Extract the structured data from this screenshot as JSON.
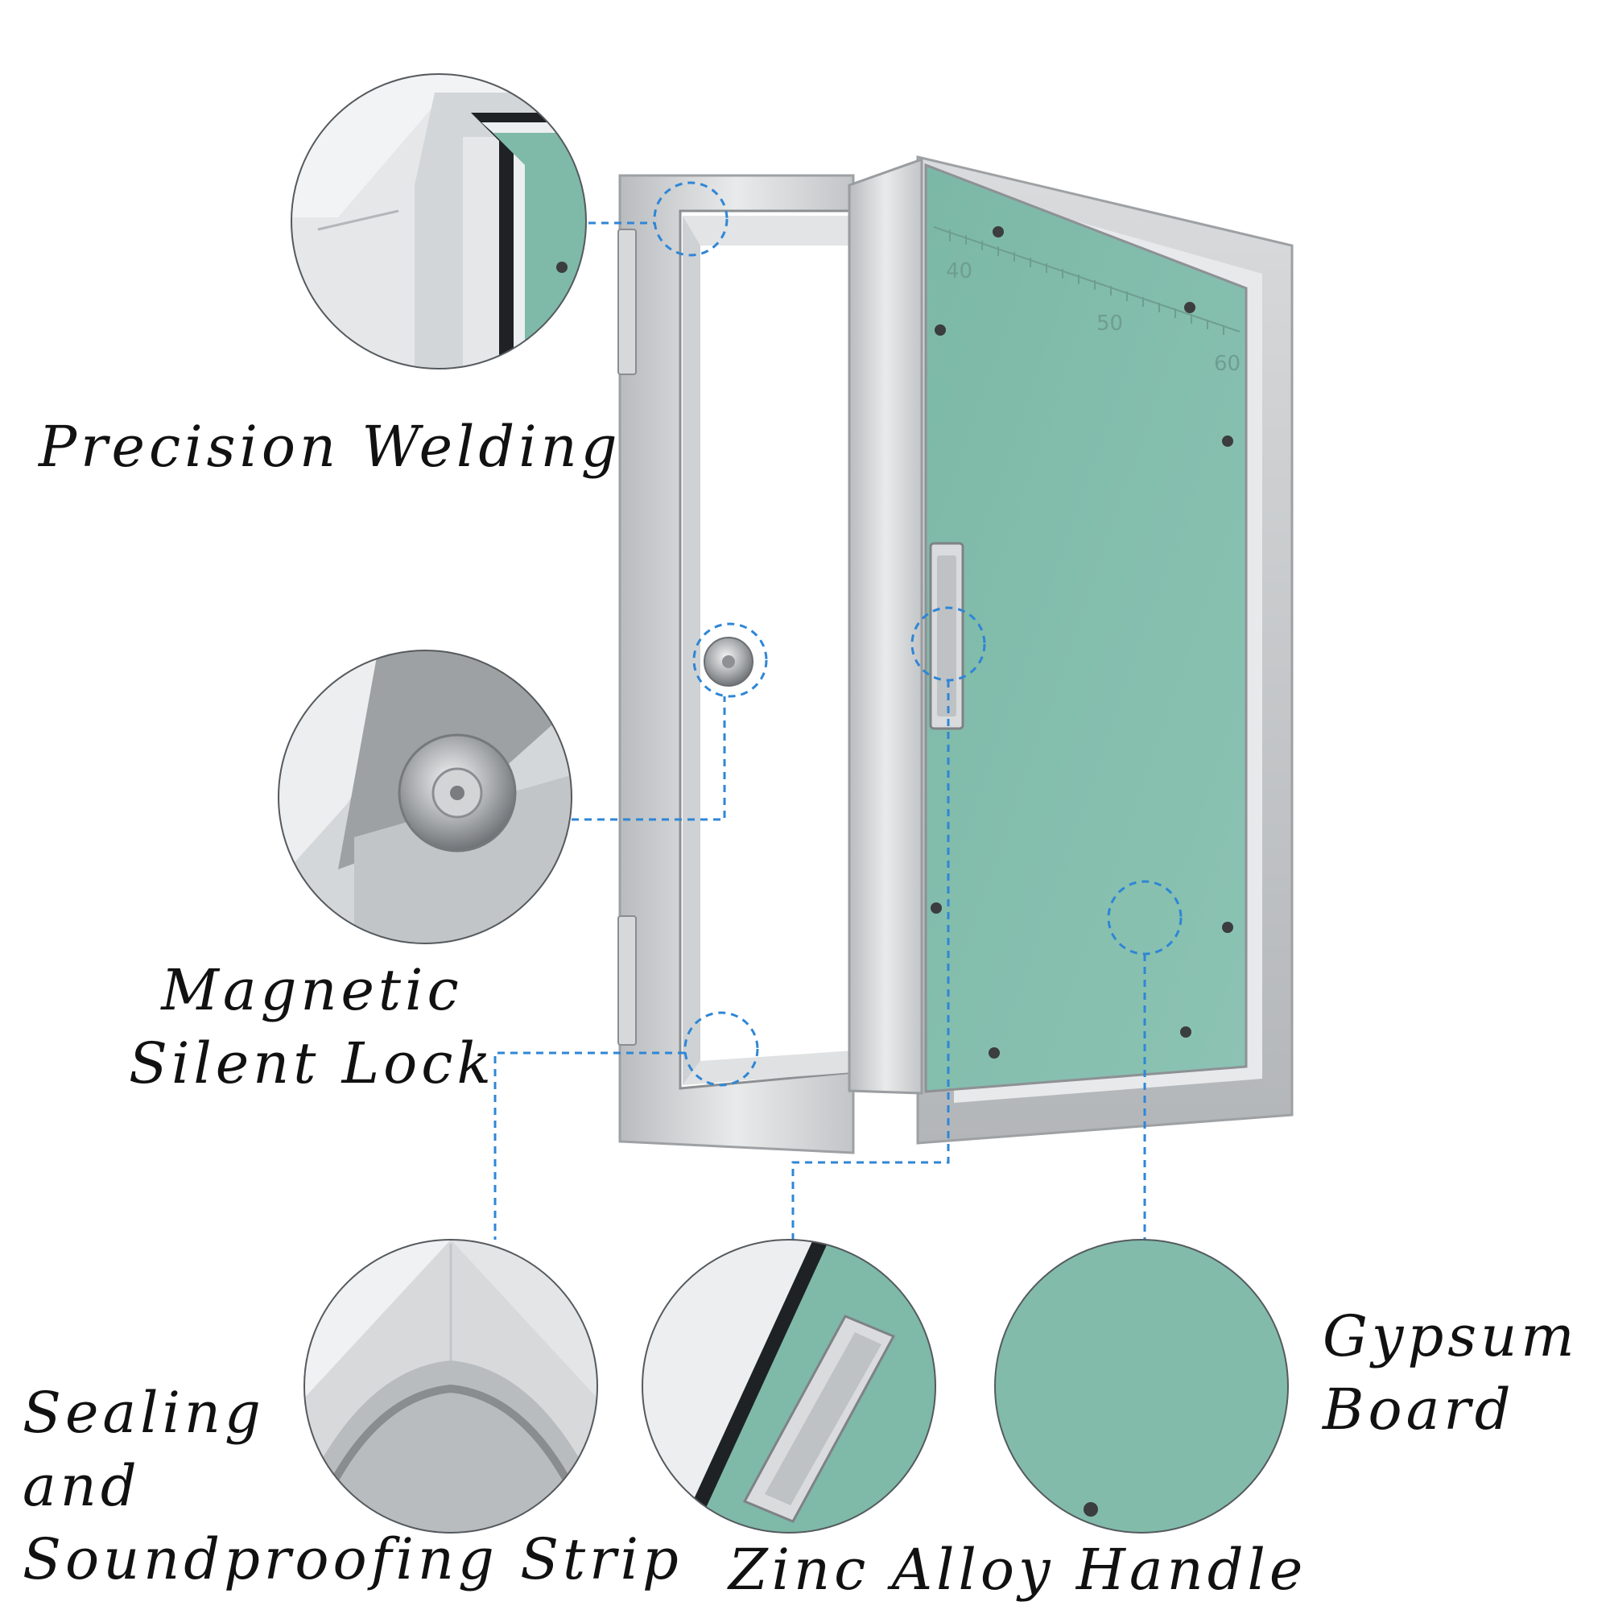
{
  "labels": {
    "precision_welding": "Precision Welding",
    "magnetic_line1": "Magnetic",
    "magnetic_line2": "Silent Lock",
    "sealing_line1": "Sealing",
    "sealing_line2": "and",
    "sealing_line3": "Soundproofing Strip",
    "zinc_alloy_handle": "Zinc Alloy Handle",
    "gypsum_line1": "Gypsum",
    "gypsum_line2": "Board"
  },
  "ruler": {
    "mark_40": "40",
    "mark_50": "50",
    "mark_60": "60"
  },
  "colors": {
    "panel_green": "#7fb9a8",
    "frame_silver": "#cfd2d4",
    "callout_blue": "#2f86d6",
    "text": "#111111"
  }
}
